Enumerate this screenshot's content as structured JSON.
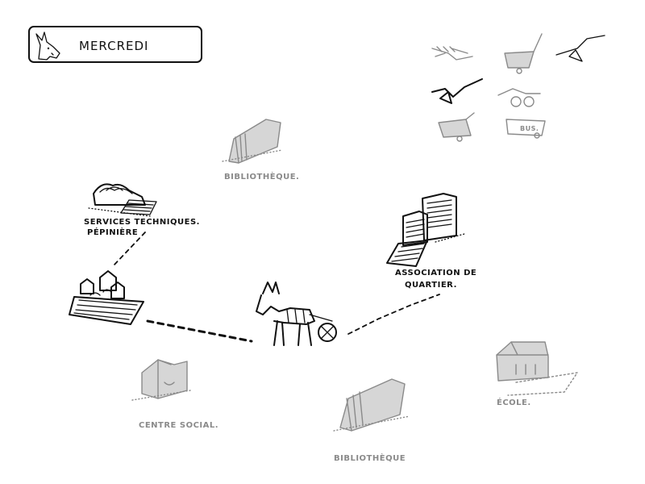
{
  "header": {
    "title": "MERCREDI",
    "icon": "donkey-head-icon"
  },
  "places": {
    "services_techniques": [
      "SERVICES TECHNIQUES.",
      "PÉPINIÈRE"
    ],
    "association": [
      "ASSOCIATION DE",
      "QUARTIER."
    ],
    "bibliotheque_top": "BIBLIOTHÈQUE.",
    "bibliotheque_bottom": "BIBLIOTHÈQUE",
    "centre_social": "CENTRE SOCIAL.",
    "ecole": "ÉCOLE."
  },
  "tools": {
    "bus_label": "BUS.",
    "items": [
      "hedge-trimmer-icon",
      "wheelbarrow-icon",
      "rake-icon",
      "leaf-blower-icon",
      "lawn-roller-icon",
      "cart-icon",
      "bus-icon"
    ]
  },
  "colors": {
    "ink": "#111111",
    "faded": "#8a8a8a"
  }
}
